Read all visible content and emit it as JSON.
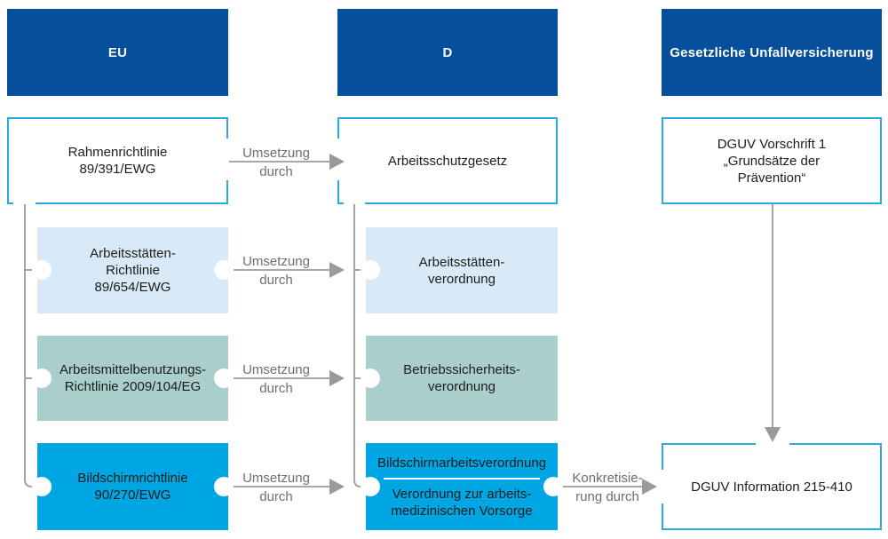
{
  "headers": [
    {
      "label": "EU"
    },
    {
      "label": "D"
    },
    {
      "label": "Gesetzliche Unfallversicherung"
    }
  ],
  "boxes": {
    "rahmenrichtlinie": {
      "lines": [
        "Rahmenrichtlinie",
        "89/391/EWG"
      ]
    },
    "arbeitsschutzgesetz": {
      "lines": [
        "Arbeitsschutzgesetz"
      ]
    },
    "dguv_vorschrift": {
      "lines": [
        "DGUV Vorschrift 1",
        "„Grundsätze der",
        "Prävention“"
      ]
    },
    "arbeitsstaetten_richtlinie": {
      "lines": [
        "Arbeitsstätten-",
        "Richtlinie",
        "89/654/EWG"
      ]
    },
    "arbeitsstaetten_verordnung": {
      "lines": [
        "Arbeitsstätten-",
        "verordnung"
      ]
    },
    "arbeitsmittel_richtlinie": {
      "lines": [
        "Arbeitsmittelbenutzungs-",
        "Richtlinie 2009/104/EG"
      ]
    },
    "betriebssicherheits_verordnung": {
      "lines": [
        "Betriebssicherheits-",
        "verordnung"
      ]
    },
    "bildschirm_richtlinie": {
      "lines": [
        "Bildschirmrichtlinie",
        "90/270/EWG"
      ]
    },
    "bildschirm_verordnung": {
      "top": "Bildschirmarbeitsverordnung",
      "bottom_lines": [
        "Verordnung zur arbeits-",
        "medizinischen Vorsorge"
      ]
    },
    "dguv_information": {
      "lines": [
        "DGUV Information 215-410"
      ]
    }
  },
  "connectors": {
    "umsetzung": {
      "line1": "Umsetzung",
      "line2": "durch"
    },
    "konkretisierung": {
      "line1": "Konkretisie-",
      "line2": "rung durch"
    }
  },
  "colors": {
    "header_blue": "#054f9c",
    "box_border_blue": "#29a9e2",
    "light_blue_fill": "#d8e9f7",
    "teal_fill": "#a9cecb",
    "bright_blue_fill": "#00a6e3",
    "connector_gray": "#9b9b9b",
    "label_gray": "#6e6e6e",
    "text_dark": "#1d1d1b"
  }
}
